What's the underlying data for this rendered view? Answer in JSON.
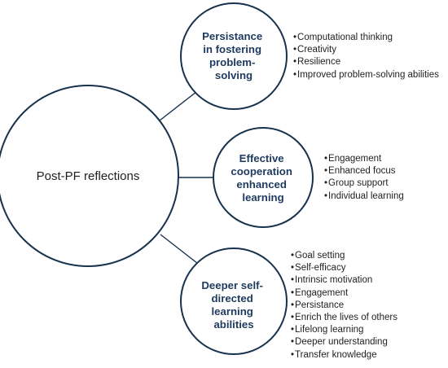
{
  "diagram": {
    "colors": {
      "line": "#17324d",
      "topic_text": "#1f3a5f",
      "center_text": "#1f1f1f",
      "bullet_text": "#1f1f1f",
      "fill": "#ffffff"
    },
    "center": {
      "label": "Post-PF reflections"
    },
    "topics": [
      {
        "id": "persistance",
        "lines": [
          "Persistance",
          "in fostering",
          "problem-",
          "solving"
        ],
        "bullets": [
          "Computational thinking",
          "Creativity",
          "Resilience",
          "Improved problem-solving abilities"
        ]
      },
      {
        "id": "cooperation",
        "lines": [
          "Effective",
          "cooperation",
          "enhanced",
          "learning"
        ],
        "bullets": [
          "Engagement",
          "Enhanced focus",
          "Group support",
          "Individual learning"
        ]
      },
      {
        "id": "self-directed",
        "lines": [
          "Deeper self-",
          "directed",
          "learning",
          "abilities"
        ],
        "bullets": [
          "Goal setting",
          "Self-efficacy",
          "Intrinsic motivation",
          "Engagement",
          "Persistance",
          "Enrich the lives of others",
          "Lifelong learning",
          "Deeper understanding",
          "Transfer knowledge"
        ]
      }
    ]
  }
}
